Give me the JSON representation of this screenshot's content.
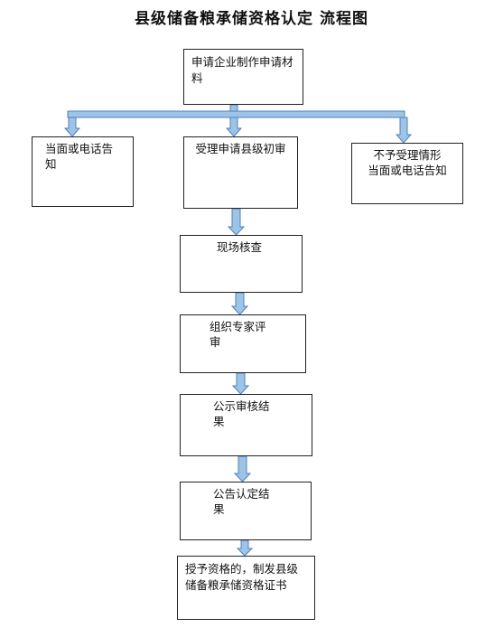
{
  "title": "县级储备粮承储资格认定  流程图",
  "boxes": {
    "apply": "申请企业制作申请材料",
    "notify_left": "当面或电话告知",
    "accept": "受理申请县级初审",
    "reject_line1": "不予受理情形",
    "reject_line2": "当面或电话告知",
    "inspect": "现场核查",
    "review": "组织专家评审",
    "publicize": "公示审核结果",
    "announce": "公告认定结果",
    "grant": "授予资格的，制发县级储备粮承储资格证书"
  },
  "colors": {
    "arrow_fill": "#9dc3e6",
    "arrow_stroke": "#4f81bd"
  }
}
